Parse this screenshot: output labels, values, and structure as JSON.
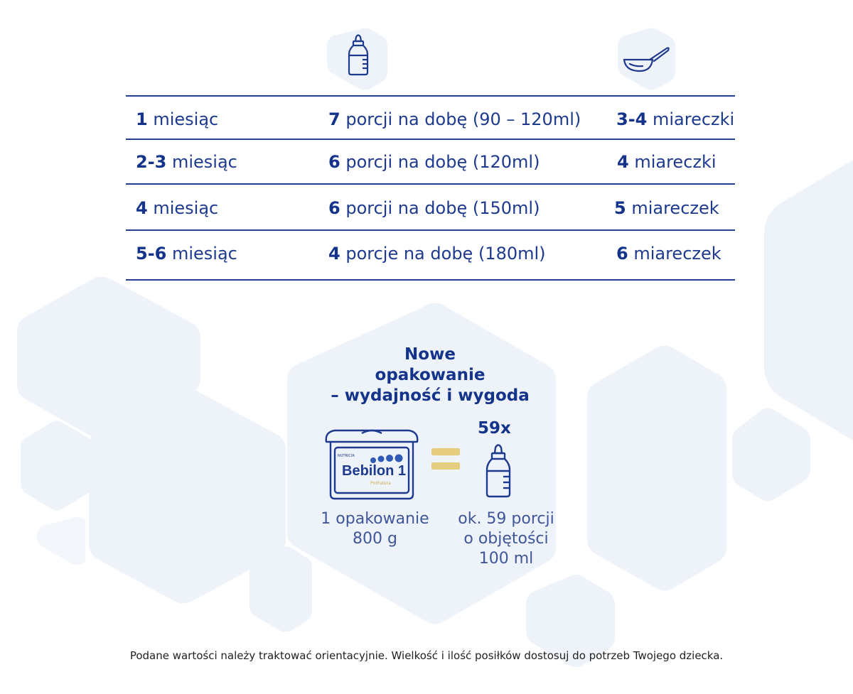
{
  "table": {
    "rows": [
      {
        "age_num": "1",
        "age_text": " miesiąc",
        "portion_num": "7",
        "portion_text": " porcji na dobę (90 – 120ml)",
        "scoop_num": "3-4",
        "scoop_text": " miareczki"
      },
      {
        "age_num": "2-3",
        "age_text": " miesiąc",
        "portion_num": "6",
        "portion_text": " porcji na dobę (120ml)",
        "scoop_num": "4",
        "scoop_text": " miareczki"
      },
      {
        "age_num": "4",
        "age_text": " miesiąc",
        "portion_num": "6",
        "portion_text": " porcji na dobę (150ml)",
        "scoop_num": "5",
        "scoop_text": " miareczek"
      },
      {
        "age_num": "5-6",
        "age_text": " miesiąc",
        "portion_num": "4",
        "portion_text": " porcje na dobę (180ml)",
        "scoop_num": "6",
        "scoop_text": " miareczek"
      }
    ]
  },
  "promo": {
    "title_line1": "Nowe",
    "title_line2": "opakowanie",
    "title_line3": "– wydajność i wygoda",
    "count": "59x",
    "left_caption_line1": "1 opakowanie",
    "left_caption_line2": "800 g",
    "right_caption_line1": "ok. 59 porcji",
    "right_caption_line2": "o objętości",
    "right_caption_line3": "100 ml",
    "brand": "Bebilon 1",
    "brand_sub": "ProFutura"
  },
  "footnote": "Podane wartości należy traktować orientacyjnie. Wielkość i ilość posiłków dostosuj do potrzeb Twojego dziecka.",
  "icons": [
    "bottle-icon",
    "scoop-icon",
    "formula-tin-icon",
    "equals-icon"
  ],
  "colors": {
    "navy": "#14338a",
    "hex_bg": "#eef3fa",
    "gold": "#e6cc7d"
  }
}
